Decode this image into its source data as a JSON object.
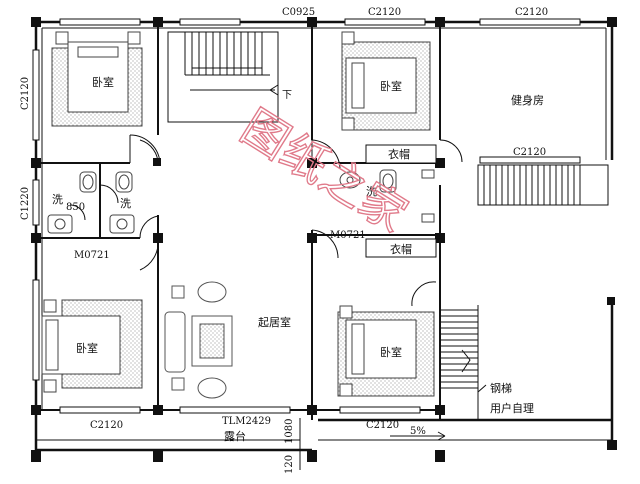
{
  "dims": {
    "top_c0925": "C0925",
    "top_c2120_mid": "C2120",
    "top_c2120_right": "C2120",
    "left_c2120": "C2120",
    "left_c1220": "C1220",
    "gym_c2120": "C2120",
    "bottom_c2120_left": "C2120",
    "bottom_tlm2429": "TLM2429",
    "bottom_c2120_right": "C2120",
    "d1080": "1080",
    "d120": "120",
    "d850": "850",
    "m0721_left": "M0721",
    "m0721_right": "M0721",
    "slope": "5%"
  },
  "rooms": {
    "bedroom_tl": "卧室",
    "bedroom_tr": "卧室",
    "bedroom_bl": "卧室",
    "bedroom_br": "卧室",
    "gym": "健身房",
    "living": "起居室",
    "balcony": "露台",
    "wash_1": "洗",
    "wash_2": "洗",
    "wash_3": "洗",
    "closet_top": "衣帽",
    "closet_bottom": "衣帽",
    "stair_down": "下"
  },
  "notes": {
    "steel_stair": "钢梯",
    "owner_manage": "用户自理"
  },
  "watermark": "图纸之家",
  "colors": {
    "wall": "#111111",
    "watermark": "#e07a8a",
    "furniture": "#666666"
  }
}
